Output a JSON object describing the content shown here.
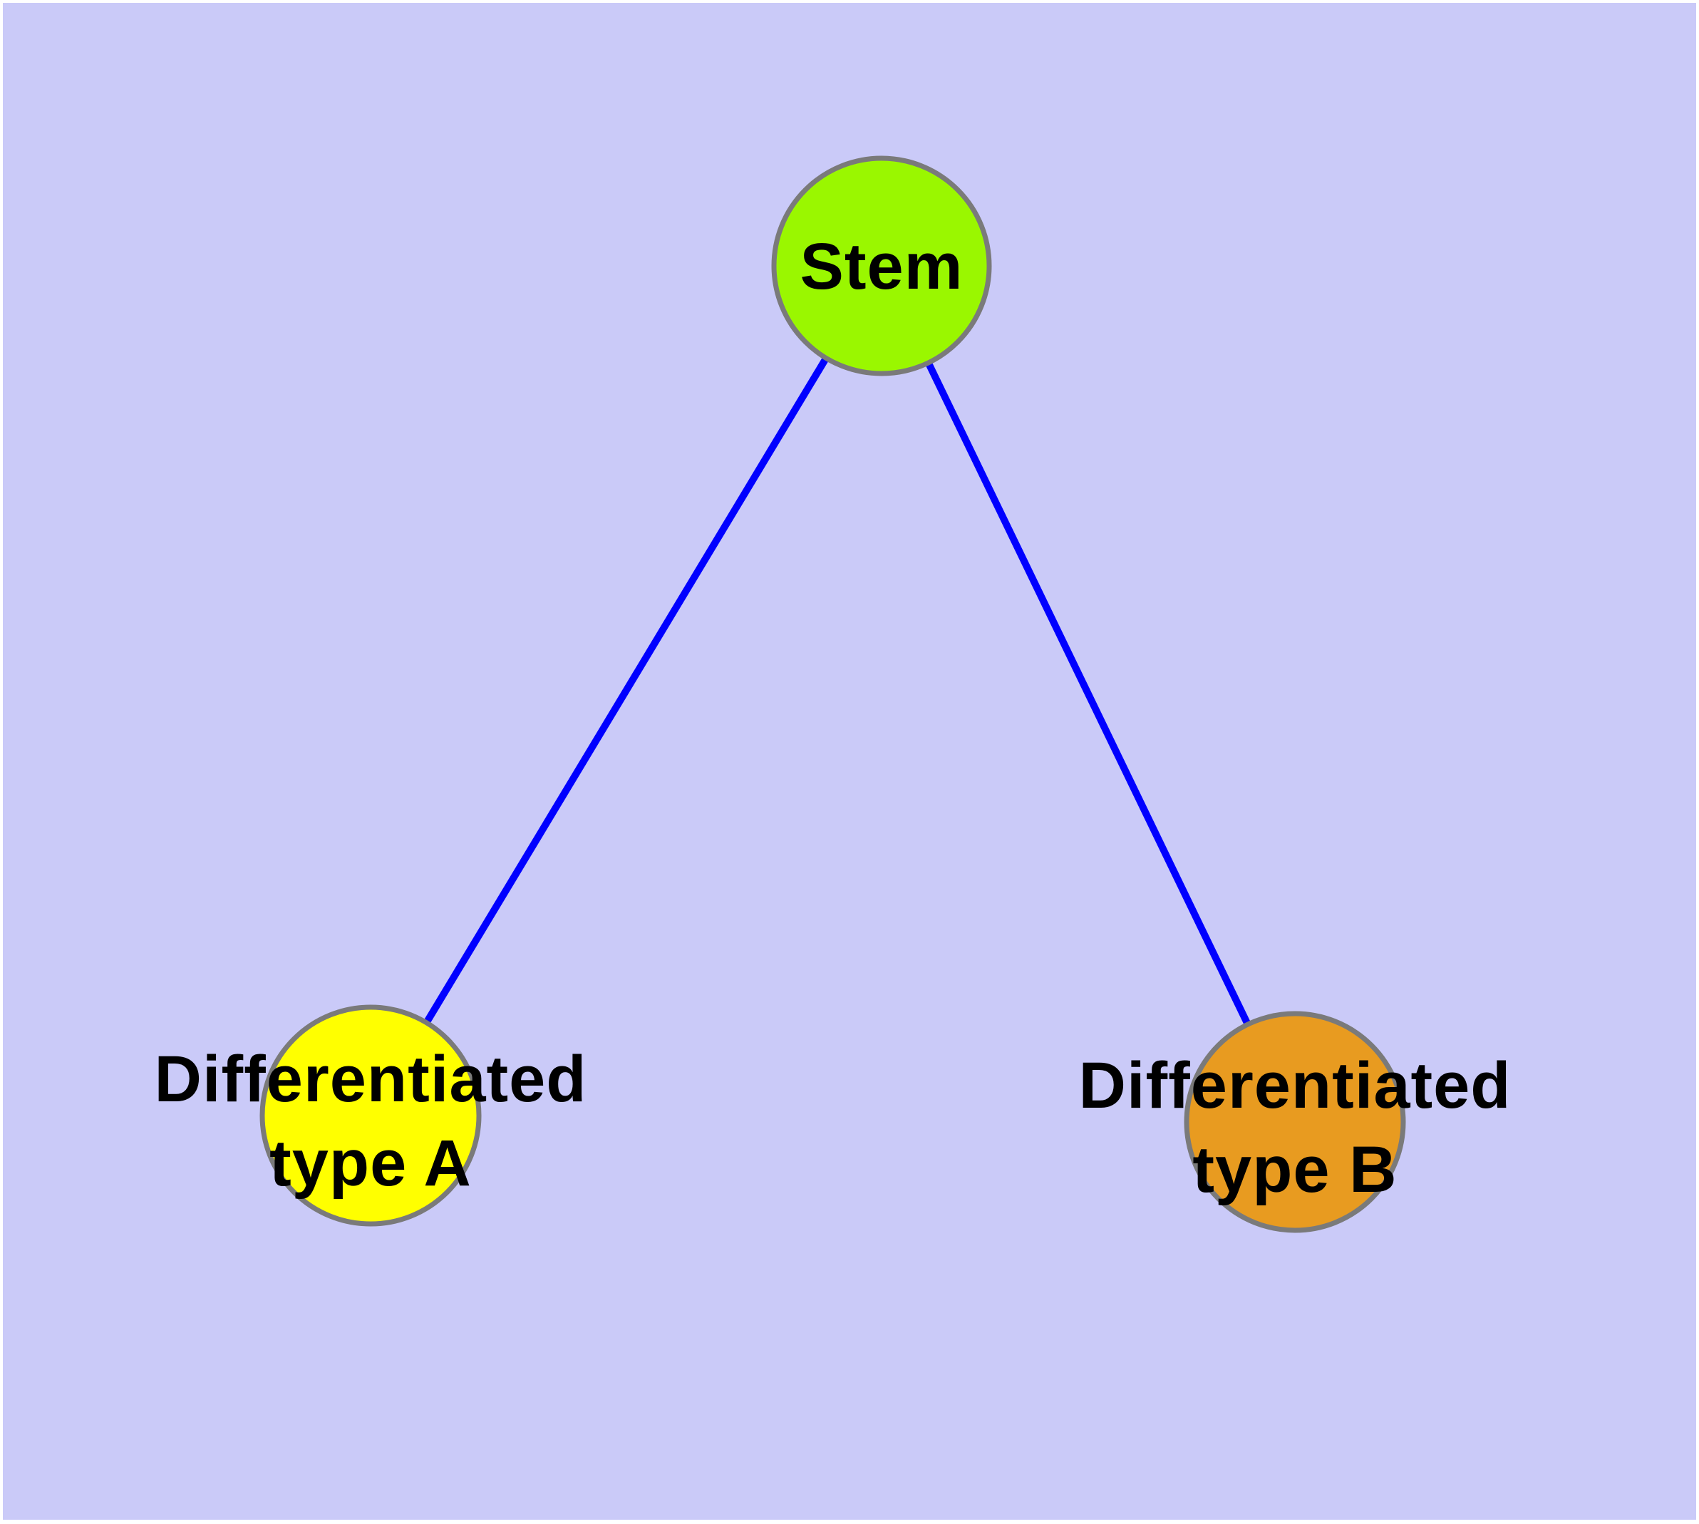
{
  "diagram": {
    "background_color": "#cacaf8",
    "frame_color": "#ffffff",
    "edge_color": "#0000ff",
    "node_border_color": "#7a7a7a",
    "label_text_color": "#000000",
    "nodes": {
      "stem": {
        "label": "Stem",
        "color": "#9af700"
      },
      "type_a": {
        "label_line1": "Differentiated",
        "label_line2": "type A",
        "color": "#ffff00"
      },
      "type_b": {
        "label_line1": "Differentiated",
        "label_line2": "type B",
        "color": "#e89b20"
      }
    },
    "edges": [
      {
        "from": "Stem",
        "to": "Differentiated type A"
      },
      {
        "from": "Stem",
        "to": "Differentiated type B"
      }
    ]
  }
}
